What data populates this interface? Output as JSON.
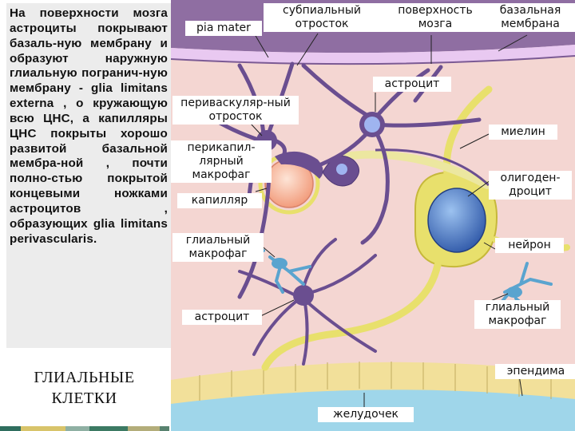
{
  "slide": {
    "description": "На поверхности мозга астроциты покрывают базаль-ную мембрану и образуют наружную глиальную погранич-ную мембрану - glia limitans externa , о кружающую всю ЦНС, а капилляры ЦНС покрыты хорошо развитой базальной мембра-ной , почти полно-стью покрытой концевыми ножками астроцитов , образующих glia limitans perivascularis.",
    "title": "ГЛИАЛЬНЫЕ КЛЕТКИ"
  },
  "labels": {
    "pia_mater": "pia mater",
    "subpial_process": "субпиальный отросток",
    "brain_surface": "поверхность мозга",
    "basement_membrane": "базальная мембрана",
    "astrocyte_top": "астроцит",
    "perivascular_process": "периваскуляр-ный отросток",
    "myelin": "миелин",
    "pericapillary_macrophage": "перикапил-лярный макрофаг",
    "oligodendrocyte": "олигоден-дроцит",
    "capillary": "капилляр",
    "glial_macrophage_left": "глиальный макрофаг",
    "neuron": "нейрон",
    "astrocyte_bottom": "астроцит",
    "glial_macrophage_right": "глиальный макрофаг",
    "ependyma": "эпендима",
    "ventricle": "желудочек"
  },
  "colors": {
    "background": "#ffffff",
    "text_panel": "#ececec",
    "tissue": "#f4d6d2",
    "pia": "#8f6ea2",
    "basement_membrane": "#e9c9f1",
    "astrocyte": "#6a4e90",
    "neuron": "#e8e06c",
    "nucleus": "#3f66b8",
    "capillary": "#f7b89a",
    "macrophage": "#5aa4cf",
    "ependyma": "#f2e09a",
    "ventricle": "#9fd6ea"
  },
  "bottom_strip_colors": [
    "#2f6e5e",
    "#d8c46a",
    "#8fb0a3",
    "#3c7a63",
    "#b3ad7a",
    "#58826f",
    "#d8c46a",
    "#2f6e5e"
  ]
}
